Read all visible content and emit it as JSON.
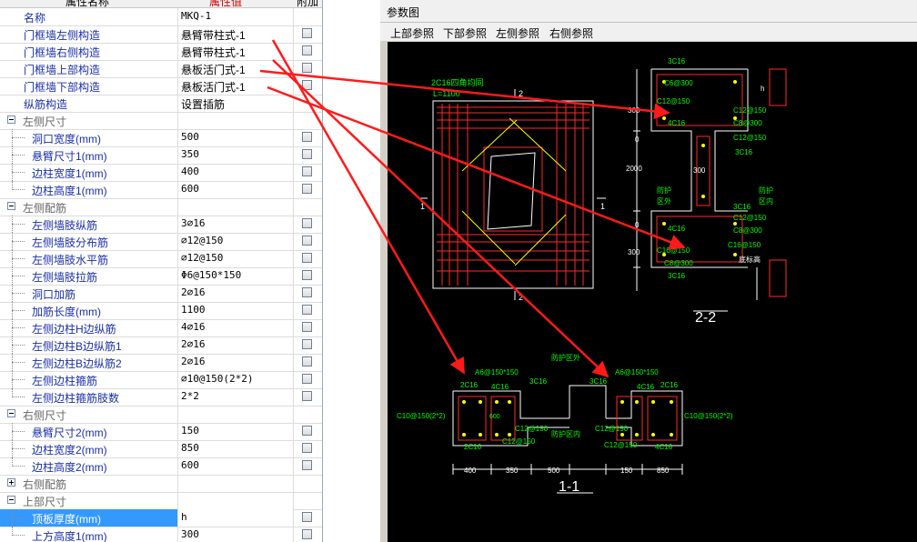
{
  "grid": {
    "headers": {
      "name": "属性名称",
      "value": "属性值",
      "attach": "附加"
    },
    "rows": [
      {
        "name": "名称",
        "value": "MKQ-1",
        "kind": "prop",
        "mono": true,
        "checkbox": false
      },
      {
        "name": "门框墙左侧构造",
        "value": "悬臂带柱式-1",
        "kind": "prop",
        "checkbox": true
      },
      {
        "name": "门框墙右侧构造",
        "value": "悬臂带柱式-1",
        "kind": "prop",
        "checkbox": true
      },
      {
        "name": "门框墙上部构造",
        "value": "悬板活门式-1",
        "kind": "prop",
        "checkbox": true
      },
      {
        "name": "门框墙下部构造",
        "value": "悬板活门式-1",
        "kind": "prop",
        "checkbox": true
      },
      {
        "name": "纵筋构造",
        "value": "设置插筋",
        "kind": "prop",
        "checkbox": false
      },
      {
        "name": "左侧尺寸",
        "value": "",
        "kind": "group",
        "expanded": true
      },
      {
        "name": "洞口宽度(mm)",
        "value": "500",
        "kind": "child",
        "checkbox": true
      },
      {
        "name": "悬臂尺寸1(mm)",
        "value": "350",
        "kind": "child",
        "checkbox": true
      },
      {
        "name": "边柱宽度1(mm)",
        "value": "400",
        "kind": "child",
        "checkbox": true
      },
      {
        "name": "边柱高度1(mm)",
        "value": "600",
        "kind": "child",
        "checkbox": true
      },
      {
        "name": "左侧配筋",
        "value": "",
        "kind": "group",
        "expanded": true
      },
      {
        "name": "左侧墙肢纵筋",
        "value": "3⌀16",
        "kind": "child",
        "checkbox": true
      },
      {
        "name": "左侧墙肢分布筋",
        "value": "⌀12@150",
        "kind": "child",
        "checkbox": true
      },
      {
        "name": "左侧墙肢水平筋",
        "value": "⌀12@150",
        "kind": "child",
        "checkbox": true
      },
      {
        "name": "左侧墙肢拉筋",
        "value": "Φ6@150*150",
        "kind": "child",
        "checkbox": true
      },
      {
        "name": "洞口加筋",
        "value": "2⌀16",
        "kind": "child",
        "checkbox": true
      },
      {
        "name": "加筋长度(mm)",
        "value": "1100",
        "kind": "child",
        "checkbox": true
      },
      {
        "name": "左侧边柱H边纵筋",
        "value": "4⌀16",
        "kind": "child",
        "checkbox": true
      },
      {
        "name": "左侧边柱B边纵筋1",
        "value": "2⌀16",
        "kind": "child",
        "checkbox": true
      },
      {
        "name": "左侧边柱B边纵筋2",
        "value": "2⌀16",
        "kind": "child",
        "checkbox": true
      },
      {
        "name": "左侧边柱箍筋",
        "value": "⌀10@150(2*2)",
        "kind": "child",
        "checkbox": true
      },
      {
        "name": "左侧边柱箍筋肢数",
        "value": "2*2",
        "kind": "child",
        "checkbox": true
      },
      {
        "name": "右侧尺寸",
        "value": "",
        "kind": "group",
        "expanded": true
      },
      {
        "name": "悬臂尺寸2(mm)",
        "value": "150",
        "kind": "child",
        "checkbox": true
      },
      {
        "name": "边柱宽度2(mm)",
        "value": "850",
        "kind": "child",
        "checkbox": true
      },
      {
        "name": "边柱高度2(mm)",
        "value": "600",
        "kind": "child",
        "checkbox": true
      },
      {
        "name": "右侧配筋",
        "value": "",
        "kind": "group",
        "expanded": false
      },
      {
        "name": "上部尺寸",
        "value": "",
        "kind": "group",
        "expanded": true
      },
      {
        "name": "顶板厚度(mm)",
        "value": "h",
        "kind": "child",
        "checkbox": true,
        "selected": true
      },
      {
        "name": "上方高度1(mm)",
        "value": "300",
        "kind": "child",
        "checkbox": true
      }
    ]
  },
  "diagram": {
    "title": "参数图",
    "tabs": [
      "上部参照",
      "下部参照",
      "左侧参照",
      "右侧参照"
    ],
    "labels": {
      "front": "2C16四角均同",
      "front_len": "L=1100",
      "sec_mark_1": "1",
      "sec_mark_2": "2",
      "s22_title": "2-2",
      "s11_title": "1-1",
      "s22": {
        "c3c16_top": "3C16",
        "c6_300": "C6@300",
        "c12_150a": "C12@150",
        "c12_150b": "C12@150",
        "c4c16": "4C16",
        "c8_300": "C8@300",
        "c12_150c": "C12@150",
        "c3c16_mid": "3C16",
        "dim_300a": "300",
        "dim_0a": "0",
        "dim_2000": "2000",
        "dim_300w": "300",
        "zone_out1": "防护",
        "zone_out2": "区外",
        "zone_in1": "防护",
        "zone_in2": "区内",
        "c3c16_low": "3C16",
        "c12_150d": "C12@150",
        "c8_300b": "C8@300",
        "c4c16b": "4C16",
        "c16_150": "C16@150",
        "c16_150b": "C16@150",
        "c8_300c": "C8@300",
        "c3c16_bot": "3C16",
        "dim_0b": "0",
        "dim_300b": "300",
        "floor": "底标高",
        "dim_h": "h"
      },
      "s11": {
        "zone_out": "防护区外",
        "zone_in": "防护区内",
        "a6_l": "A6@150*150",
        "a6_r": "A6@150*150",
        "c2c16_l": "2C16",
        "c4c16_l": "4C16",
        "c3c16_l": "3C16",
        "c3c16_r": "3C16",
        "c4c16_r": "4C16",
        "c2c16_r": "2C16",
        "c600": "600",
        "c10_l": "C10@150(2*2)",
        "c10_r": "C10@150(2*2)",
        "c12_a": "C12@150",
        "c12_b": "C12@150",
        "c12_c": "C12@150",
        "c12_d": "C12@150",
        "c2c16_bl": "2C16",
        "c4c16_br": "4C16",
        "dims": [
          "400",
          "350",
          "500",
          "150",
          "850"
        ]
      }
    }
  },
  "colors": {
    "accent_selection": "#3399ff",
    "arrow": "#ff1a1a",
    "cad_bg": "#000000",
    "cad_red": "#ff2a2a",
    "cad_green": "#00ff00",
    "cad_white": "#ffffff",
    "cad_yellow": "#ffff00"
  }
}
